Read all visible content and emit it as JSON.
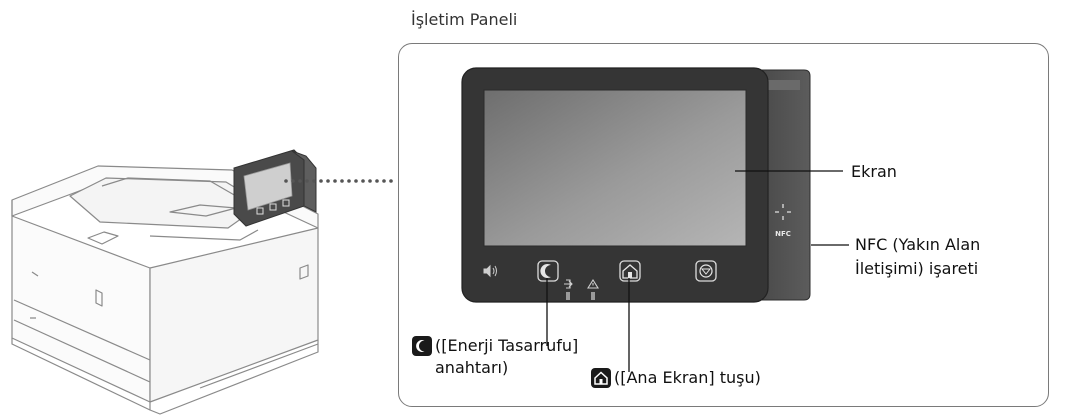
{
  "title": "İşletim Paneli",
  "labels": {
    "screen": "Ekran",
    "nfc_line1": "NFC (Yakın Alan",
    "nfc_line2": "İletişimi) işareti",
    "energy_line1": "([Enerji Tasarrufu]",
    "energy_line2": "anahtarı)",
    "home": "([Ana Ekran] tuşu)"
  },
  "panel_marks": {
    "nfc": "NFC"
  },
  "icons": {
    "energy": "moon-icon",
    "home": "home-icon",
    "stop": "stop-icon",
    "volume": "speaker-icon",
    "data": "data-arrow-icon",
    "error": "warning-triangle-icon"
  },
  "colors": {
    "panel_body": "#3b3b3b",
    "screen": "#8c8c8c",
    "badge": "#1a1a1a"
  }
}
